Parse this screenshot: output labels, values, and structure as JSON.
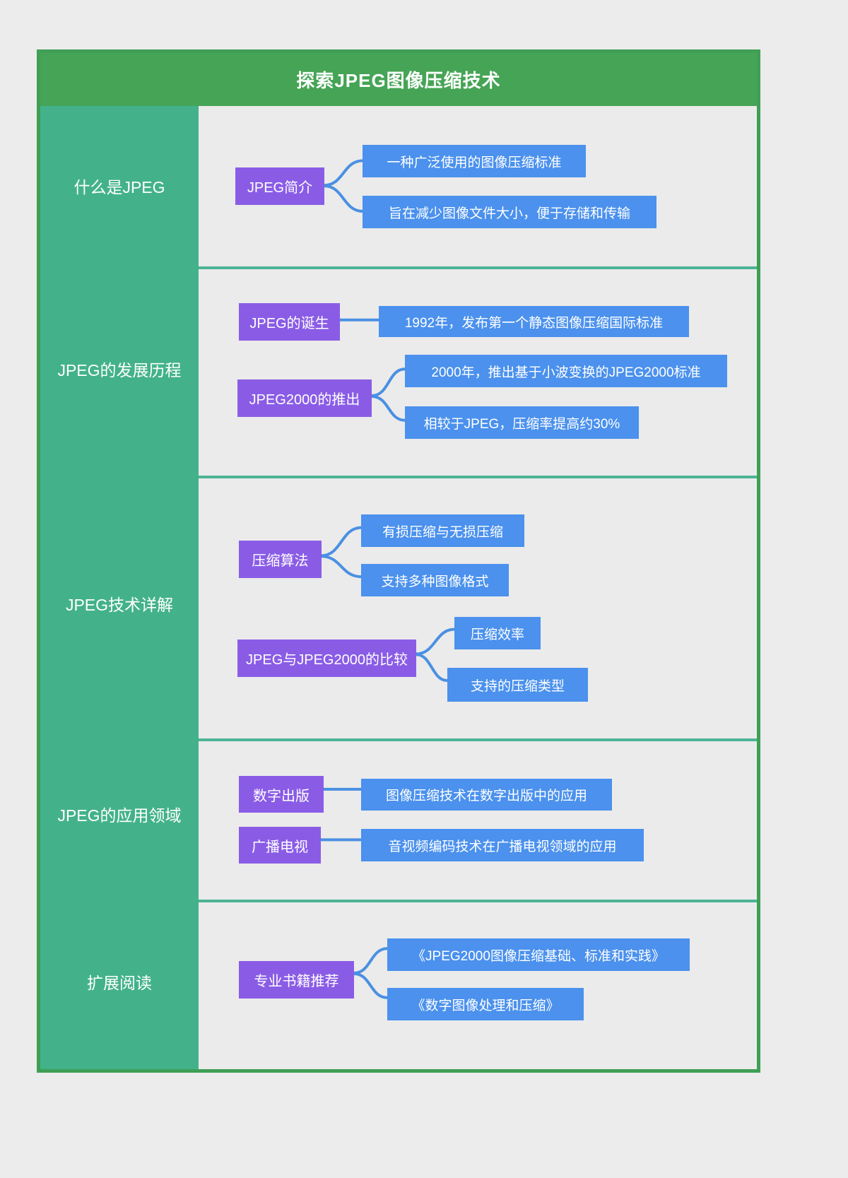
{
  "title": "探索JPEG图像压缩技术",
  "colors": {
    "header_green": "#45a455",
    "sidebar_teal": "#43b28b",
    "divider_teal": "#4db495",
    "frame_border": "#3f9f55",
    "node_purple": "#8a5ce6",
    "node_blue": "#4b91ed",
    "connector_blue": "#4a90e2",
    "canvas_gray": "#ebebeb",
    "page_bg": "#ececec"
  },
  "sections": [
    {
      "label": "什么是JPEG",
      "topics": [
        {
          "label": "JPEG简介",
          "details": [
            "一种广泛使用的图像压缩标准",
            "旨在减少图像文件大小，便于存储和传输"
          ]
        }
      ]
    },
    {
      "label": "JPEG的发展历程",
      "topics": [
        {
          "label": "JPEG的诞生",
          "details": [
            "1992年，发布第一个静态图像压缩国际标准"
          ]
        },
        {
          "label": "JPEG2000的推出",
          "details": [
            "2000年，推出基于小波变换的JPEG2000标准",
            "相较于JPEG，压缩率提高约30%"
          ]
        }
      ]
    },
    {
      "label": "JPEG技术详解",
      "topics": [
        {
          "label": "压缩算法",
          "details": [
            "有损压缩与无损压缩",
            "支持多种图像格式"
          ]
        },
        {
          "label": "JPEG与JPEG2000的比较",
          "details": [
            "压缩效率",
            "支持的压缩类型"
          ]
        }
      ]
    },
    {
      "label": "JPEG的应用领域",
      "topics": [
        {
          "label": "数字出版",
          "details": [
            "图像压缩技术在数字出版中的应用"
          ]
        },
        {
          "label": "广播电视",
          "details": [
            "音视频编码技术在广播电视领域的应用"
          ]
        }
      ]
    },
    {
      "label": "扩展阅读",
      "topics": [
        {
          "label": "专业书籍推荐",
          "details": [
            "《JPEG2000图像压缩基础、标准和实践》",
            "《数字图像处理和压缩》"
          ]
        }
      ]
    }
  ]
}
